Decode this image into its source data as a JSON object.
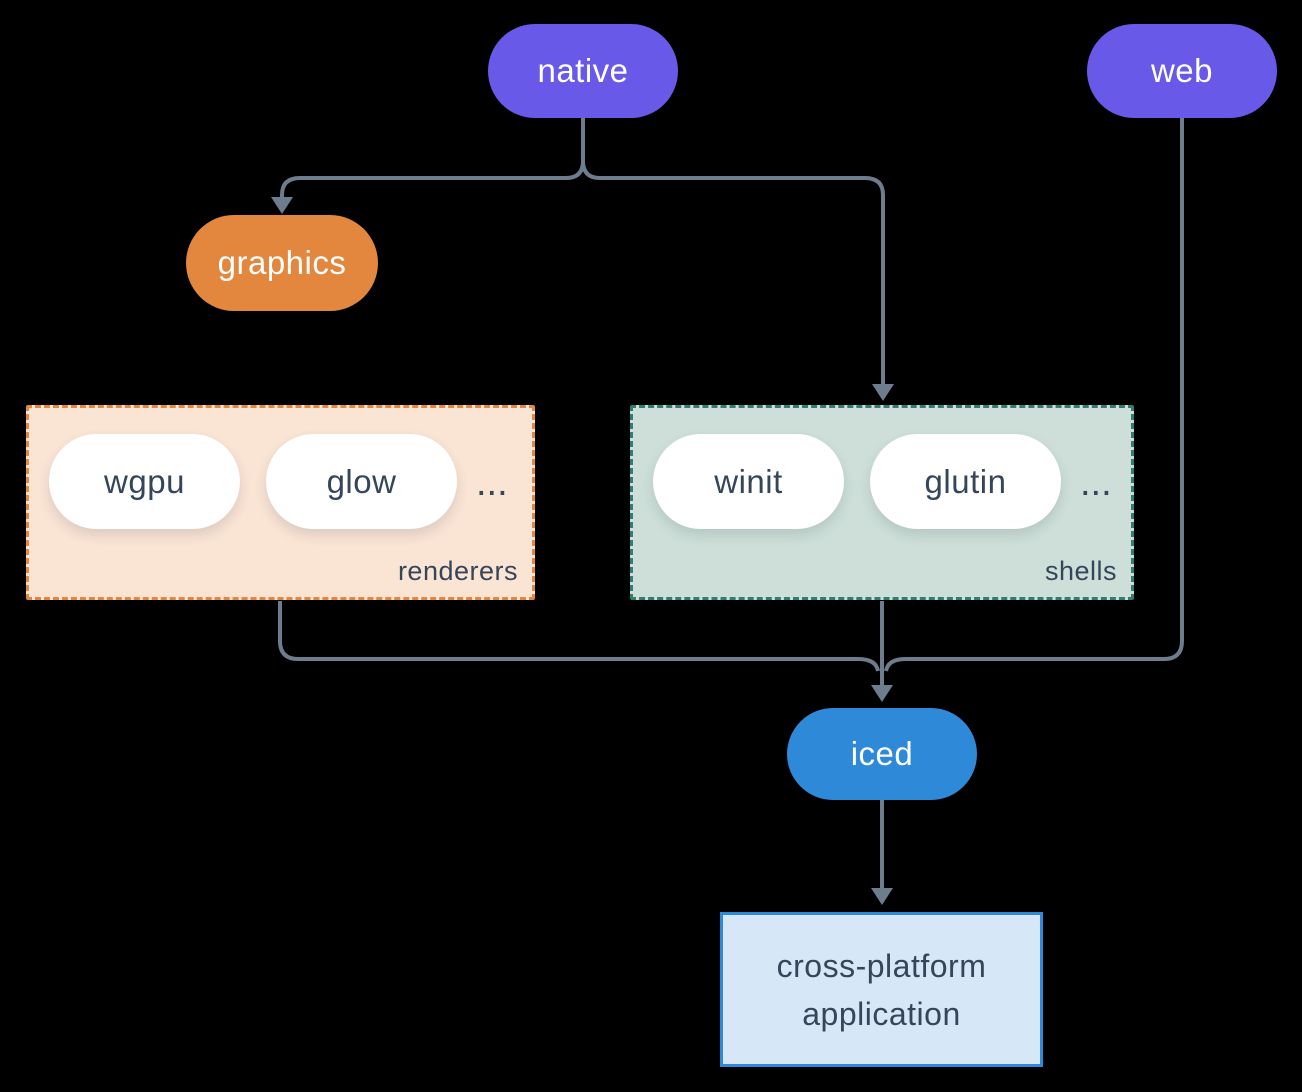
{
  "colors": {
    "purple": "#6959E8",
    "orange": "#E2873D",
    "peach": "#FAE4D4",
    "teal": "#2F7E6F",
    "sage": "#CDDFD8",
    "blue": "#2E89D9",
    "lightblue": "#D6E7F8",
    "ink": "#36465A",
    "line": "#6E7D8E"
  },
  "nodes": {
    "native": "native",
    "web": "web",
    "graphics": "graphics",
    "iced": "iced"
  },
  "renderers": {
    "label": "renderers",
    "items": [
      "wgpu",
      "glow"
    ],
    "more": "..."
  },
  "shells": {
    "label": "shells",
    "items": [
      "winit",
      "glutin"
    ],
    "more": "..."
  },
  "application": {
    "line1": "cross-platform",
    "line2": "application"
  }
}
